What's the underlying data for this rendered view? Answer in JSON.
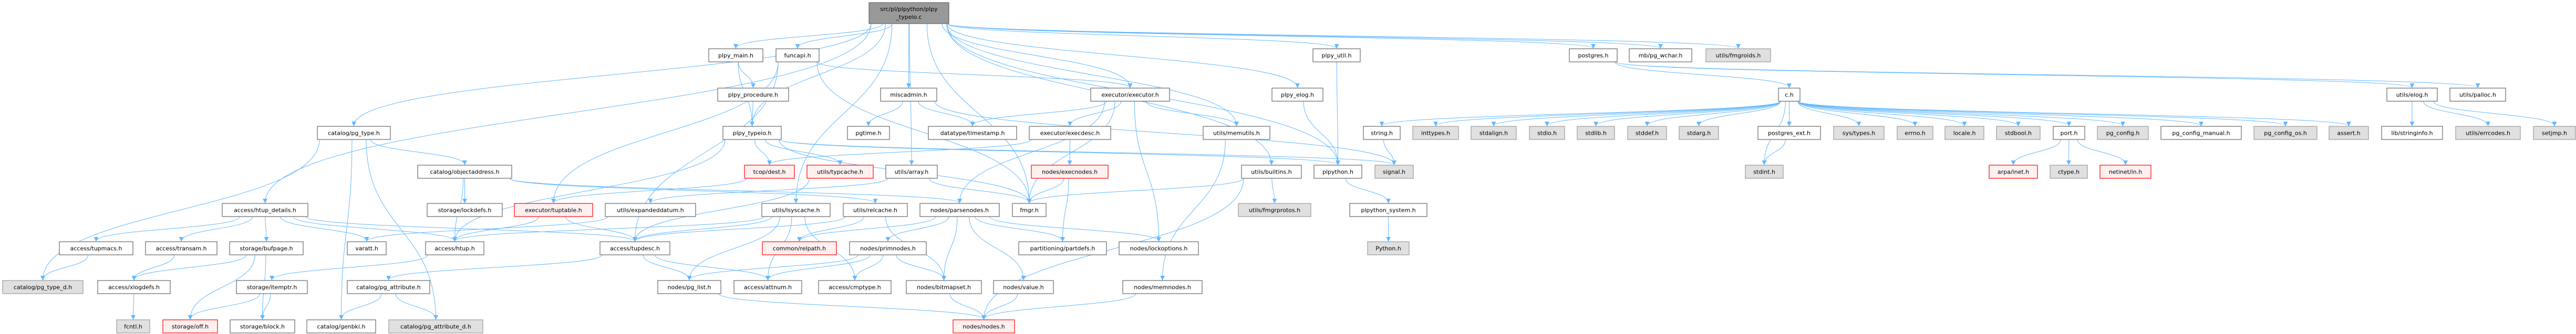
{
  "graph_title": "src/pl/plpython/plpy_typeio.c",
  "colors": {
    "edge": "#63b8ff",
    "node_border": "#666666",
    "external_fill": "#e0e0e0",
    "missing_border": "#ff0000",
    "root_fill": "#999999"
  },
  "nodes": [
    {
      "label": "src/pl/plpython/plpy_typeio.c",
      "label_lines": [
        "src/pl/plpython/plpy",
        "_typeio.c"
      ],
      "kind": "root"
    },
    {
      "label": "plpy_main.h",
      "kind": "white"
    },
    {
      "label": "funcapi.h",
      "kind": "white"
    },
    {
      "label": "plpy_util.h",
      "kind": "white"
    },
    {
      "label": "postgres.h",
      "kind": "white"
    },
    {
      "label": "mb/pg_wchar.h",
      "kind": "white"
    },
    {
      "label": "utils/fmgroids.h",
      "kind": "gray"
    },
    {
      "label": "plpy_procedure.h",
      "kind": "white"
    },
    {
      "label": "miscadmin.h",
      "kind": "white"
    },
    {
      "label": "executor/executor.h",
      "kind": "white"
    },
    {
      "label": "plpy_elog.h",
      "kind": "white"
    },
    {
      "label": "c.h",
      "kind": "white"
    },
    {
      "label": "utils/elog.h",
      "kind": "white"
    },
    {
      "label": "utils/palloc.h",
      "kind": "white"
    },
    {
      "label": "catalog/pg_type.h",
      "kind": "white"
    },
    {
      "label": "plpy_typeio.h",
      "kind": "white"
    },
    {
      "label": "pgtime.h",
      "kind": "white"
    },
    {
      "label": "datatype/timestamp.h",
      "kind": "white"
    },
    {
      "label": "executor/execdesc.h",
      "kind": "white"
    },
    {
      "label": "utils/memutils.h",
      "kind": "white"
    },
    {
      "label": "string.h",
      "kind": "white"
    },
    {
      "label": "inttypes.h",
      "kind": "gray"
    },
    {
      "label": "stdalign.h",
      "kind": "gray"
    },
    {
      "label": "stdio.h",
      "kind": "gray"
    },
    {
      "label": "stdlib.h",
      "kind": "gray"
    },
    {
      "label": "stddef.h",
      "kind": "gray"
    },
    {
      "label": "stdarg.h",
      "kind": "gray"
    },
    {
      "label": "postgres_ext.h",
      "kind": "white"
    },
    {
      "label": "sys/types.h",
      "kind": "gray"
    },
    {
      "label": "errno.h",
      "kind": "gray"
    },
    {
      "label": "locale.h",
      "kind": "gray"
    },
    {
      "label": "stdbool.h",
      "kind": "gray"
    },
    {
      "label": "port.h",
      "kind": "white"
    },
    {
      "label": "pg_config.h",
      "kind": "gray"
    },
    {
      "label": "pg_config_manual.h",
      "kind": "white"
    },
    {
      "label": "pg_config_os.h",
      "kind": "gray"
    },
    {
      "label": "assert.h",
      "kind": "gray"
    },
    {
      "label": "lib/stringinfo.h",
      "kind": "white"
    },
    {
      "label": "utils/errcodes.h",
      "kind": "gray"
    },
    {
      "label": "setjmp.h",
      "kind": "gray"
    },
    {
      "label": "catalog/objectaddress.h",
      "kind": "white"
    },
    {
      "label": "tcop/dest.h",
      "kind": "red"
    },
    {
      "label": "utils/typcache.h",
      "kind": "red"
    },
    {
      "label": "utils/array.h",
      "kind": "white"
    },
    {
      "label": "nodes/execnodes.h",
      "kind": "red"
    },
    {
      "label": "utils/builtins.h",
      "kind": "white"
    },
    {
      "label": "plpython.h",
      "kind": "white"
    },
    {
      "label": "signal.h",
      "kind": "gray"
    },
    {
      "label": "stdint.h",
      "kind": "gray"
    },
    {
      "label": "arpa/inet.h",
      "kind": "red"
    },
    {
      "label": "ctype.h",
      "kind": "gray"
    },
    {
      "label": "netinet/in.h",
      "kind": "red"
    },
    {
      "label": "access/htup_details.h",
      "kind": "white"
    },
    {
      "label": "storage/lockdefs.h",
      "kind": "white"
    },
    {
      "label": "executor/tuptable.h",
      "kind": "red"
    },
    {
      "label": "utils/expandeddatum.h",
      "kind": "white"
    },
    {
      "label": "utils/lsyscache.h",
      "kind": "white"
    },
    {
      "label": "utils/relcache.h",
      "kind": "white"
    },
    {
      "label": "nodes/parsenodes.h",
      "kind": "white"
    },
    {
      "label": "fmgr.h",
      "kind": "white"
    },
    {
      "label": "utils/fmgrprotos.h",
      "kind": "gray"
    },
    {
      "label": "plpython_system.h",
      "kind": "white"
    },
    {
      "label": "access/tupmacs.h",
      "kind": "white"
    },
    {
      "label": "access/transam.h",
      "kind": "white"
    },
    {
      "label": "storage/bufpage.h",
      "kind": "white"
    },
    {
      "label": "varatt.h",
      "kind": "white"
    },
    {
      "label": "access/htup.h",
      "kind": "white"
    },
    {
      "label": "access/tupdesc.h",
      "kind": "white"
    },
    {
      "label": "common/relpath.h",
      "kind": "red"
    },
    {
      "label": "nodes/primnodes.h",
      "kind": "white"
    },
    {
      "label": "partitioning/partdefs.h",
      "kind": "white"
    },
    {
      "label": "nodes/lockoptions.h",
      "kind": "white"
    },
    {
      "label": "Python.h",
      "kind": "gray"
    },
    {
      "label": "catalog/pg_type_d.h",
      "kind": "gray"
    },
    {
      "label": "access/xlogdefs.h",
      "kind": "white"
    },
    {
      "label": "storage/itemptr.h",
      "kind": "white"
    },
    {
      "label": "catalog/pg_attribute.h",
      "kind": "white"
    },
    {
      "label": "nodes/pg_list.h",
      "kind": "white"
    },
    {
      "label": "access/attnum.h",
      "kind": "white"
    },
    {
      "label": "access/cmptype.h",
      "kind": "white"
    },
    {
      "label": "nodes/bitmapset.h",
      "kind": "white"
    },
    {
      "label": "nodes/value.h",
      "kind": "white"
    },
    {
      "label": "nodes/memnodes.h",
      "kind": "white"
    },
    {
      "label": "fcntl.h",
      "kind": "gray"
    },
    {
      "label": "storage/off.h",
      "kind": "red"
    },
    {
      "label": "storage/block.h",
      "kind": "white"
    },
    {
      "label": "catalog/genbki.h",
      "kind": "white"
    },
    {
      "label": "catalog/pg_attribute_d.h",
      "kind": "gray"
    },
    {
      "label": "nodes/nodes.h",
      "kind": "red"
    }
  ],
  "edges": [
    [
      0,
      1
    ],
    [
      0,
      2
    ],
    [
      0,
      3
    ],
    [
      0,
      4
    ],
    [
      0,
      5
    ],
    [
      0,
      6
    ],
    [
      0,
      8
    ],
    [
      0,
      9
    ],
    [
      0,
      10
    ],
    [
      0,
      14
    ],
    [
      0,
      52
    ],
    [
      0,
      15
    ],
    [
      0,
      19
    ],
    [
      0,
      45
    ],
    [
      0,
      59
    ],
    [
      0,
      43
    ],
    [
      0,
      56
    ],
    [
      0,
      46
    ],
    [
      1,
      7
    ],
    [
      1,
      15
    ],
    [
      2,
      59
    ],
    [
      2,
      54
    ],
    [
      2,
      67
    ],
    [
      2,
      9
    ],
    [
      7,
      15
    ],
    [
      15,
      66
    ],
    [
      15,
      42
    ],
    [
      15,
      59
    ],
    [
      15,
      46
    ],
    [
      15,
      41
    ],
    [
      15,
      47
    ],
    [
      8,
      16
    ],
    [
      8,
      17
    ],
    [
      8,
      47
    ],
    [
      9,
      17
    ],
    [
      9,
      18
    ],
    [
      9,
      19
    ],
    [
      9,
      58
    ],
    [
      9,
      59
    ],
    [
      9,
      71
    ],
    [
      18,
      44
    ],
    [
      18,
      41
    ],
    [
      44,
      59
    ],
    [
      44,
      70
    ],
    [
      19,
      82
    ],
    [
      82,
      88
    ],
    [
      45,
      59
    ],
    [
      45,
      60
    ],
    [
      45,
      88
    ],
    [
      46,
      61
    ],
    [
      61,
      72
    ],
    [
      10,
      46
    ],
    [
      3,
      46
    ],
    [
      20,
      47
    ],
    [
      4,
      11
    ],
    [
      4,
      12
    ],
    [
      4,
      13
    ],
    [
      11,
      20
    ],
    [
      11,
      21
    ],
    [
      11,
      22
    ],
    [
      11,
      23
    ],
    [
      11,
      24
    ],
    [
      11,
      25
    ],
    [
      11,
      26
    ],
    [
      11,
      27
    ],
    [
      11,
      28
    ],
    [
      11,
      29
    ],
    [
      11,
      30
    ],
    [
      11,
      31
    ],
    [
      11,
      32
    ],
    [
      11,
      33
    ],
    [
      11,
      34
    ],
    [
      11,
      35
    ],
    [
      11,
      36
    ],
    [
      11,
      48
    ],
    [
      27,
      48
    ],
    [
      32,
      49
    ],
    [
      32,
      50
    ],
    [
      32,
      51
    ],
    [
      12,
      37
    ],
    [
      12,
      38
    ],
    [
      12,
      39
    ],
    [
      14,
      73
    ],
    [
      14,
      40
    ],
    [
      14,
      86
    ],
    [
      14,
      87
    ],
    [
      40,
      53
    ],
    [
      40,
      66
    ],
    [
      40,
      58
    ],
    [
      40,
      57
    ],
    [
      52,
      62
    ],
    [
      52,
      63
    ],
    [
      52,
      64
    ],
    [
      52,
      65
    ],
    [
      52,
      66
    ],
    [
      52,
      67
    ],
    [
      62,
      73
    ],
    [
      63,
      74
    ],
    [
      64,
      74
    ],
    [
      64,
      84
    ],
    [
      64,
      85
    ],
    [
      74,
      83
    ],
    [
      75,
      84
    ],
    [
      75,
      85
    ],
    [
      66,
      75
    ],
    [
      67,
      76
    ],
    [
      67,
      77
    ],
    [
      67,
      78
    ],
    [
      76,
      86
    ],
    [
      76,
      87
    ],
    [
      54,
      66
    ],
    [
      54,
      67
    ],
    [
      55,
      65
    ],
    [
      41,
      54
    ],
    [
      43,
      59
    ],
    [
      43,
      55
    ],
    [
      56,
      66
    ],
    [
      56,
      67
    ],
    [
      56,
      77
    ],
    [
      56,
      78
    ],
    [
      56,
      79
    ],
    [
      57,
      68
    ],
    [
      57,
      80
    ],
    [
      57,
      67
    ],
    [
      42,
      67
    ],
    [
      58,
      69
    ],
    [
      58,
      80
    ],
    [
      58,
      81
    ],
    [
      58,
      70
    ],
    [
      58,
      71
    ],
    [
      58,
      68
    ],
    [
      69,
      77
    ],
    [
      69,
      78
    ],
    [
      69,
      79
    ],
    [
      69,
      80
    ],
    [
      80,
      88
    ],
    [
      81,
      88
    ],
    [
      77,
      88
    ]
  ]
}
